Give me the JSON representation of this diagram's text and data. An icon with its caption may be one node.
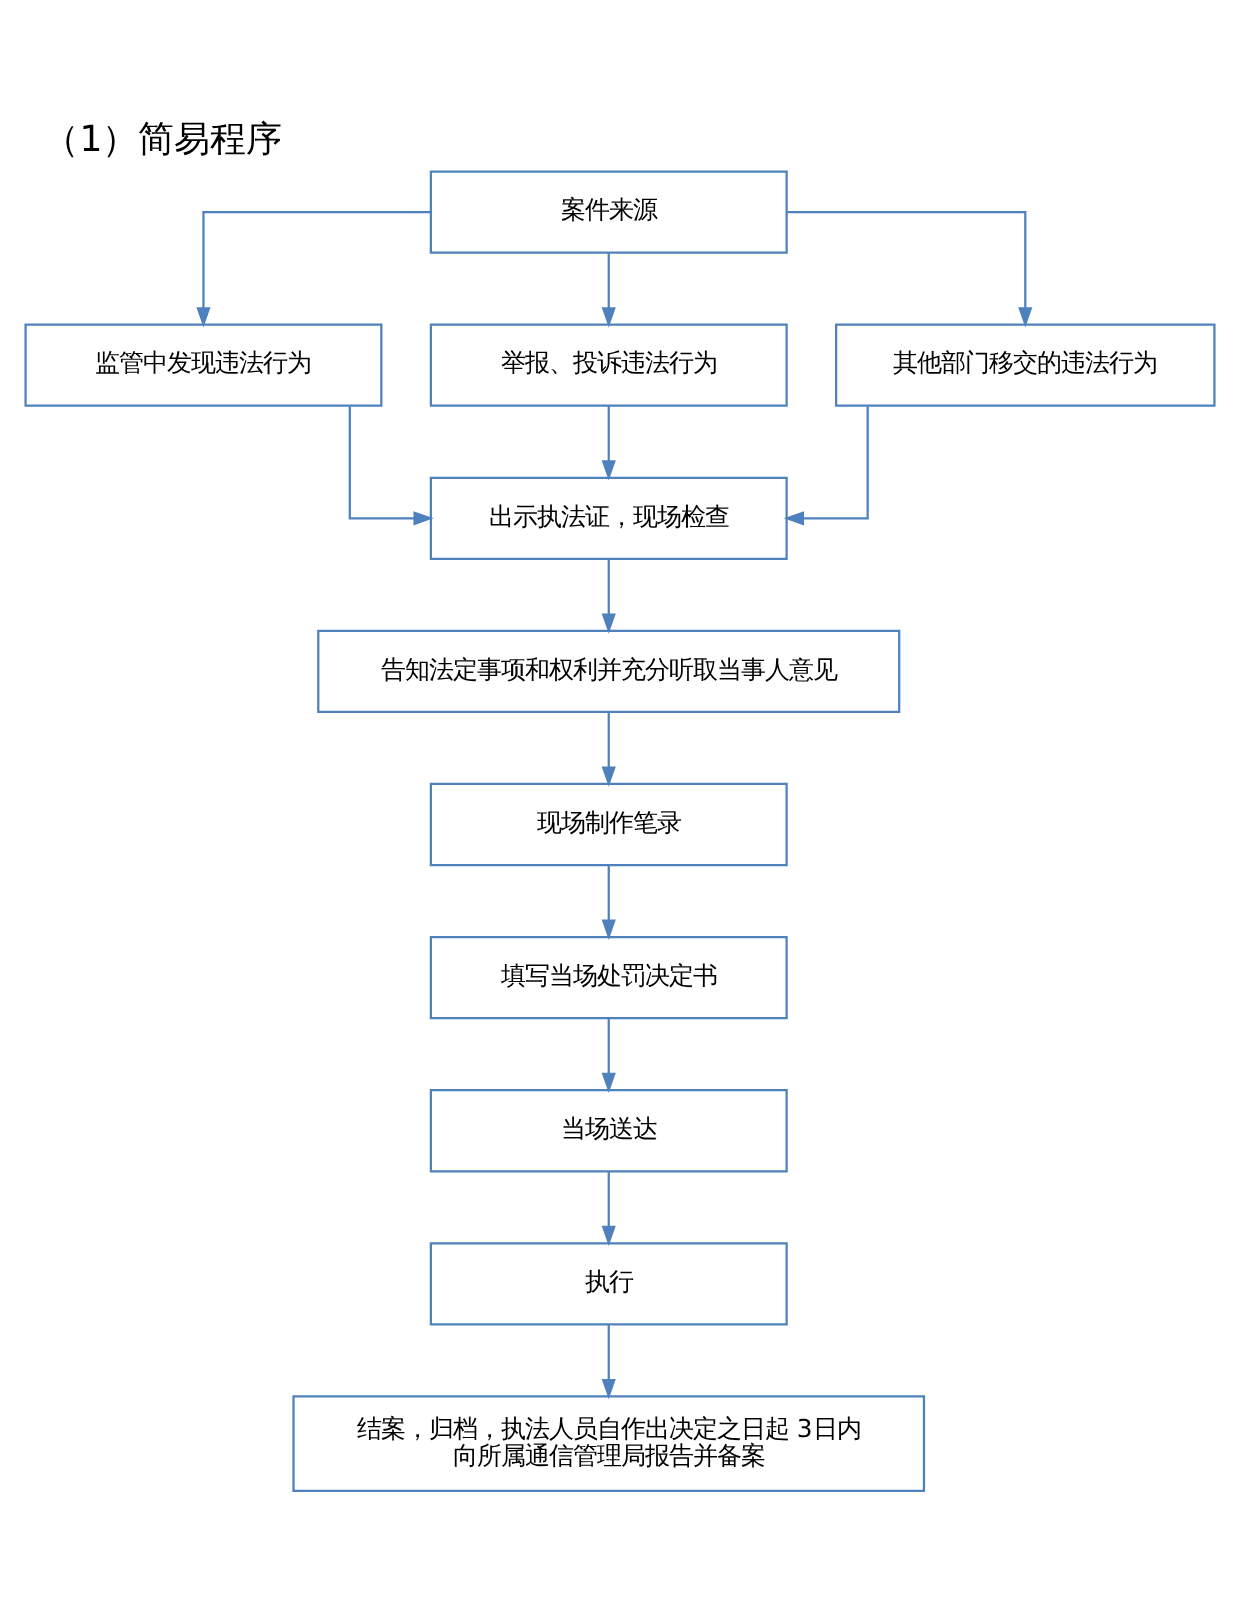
{
  "diagram": {
    "title": "（1）简易程序",
    "nodes": [
      {
        "text": [
          "案件来源"
        ]
      },
      {
        "text": [
          "监管中发现违法行为"
        ]
      },
      {
        "text": [
          "举报、投诉违法行为"
        ]
      },
      {
        "text": [
          "其他部门移交的违法行为"
        ]
      },
      {
        "text": [
          "出示执法证，现场检查"
        ]
      },
      {
        "text": [
          "告知法定事项和权利并充分听取当事人意见"
        ]
      },
      {
        "text": [
          "现场制作笔录"
        ]
      },
      {
        "text": [
          "填写当场处罚决定书"
        ]
      },
      {
        "text": [
          "当场送达"
        ]
      },
      {
        "text": [
          "执行"
        ]
      },
      {
        "text": [
          "结案，归档，执法人员自作出决定之日起 3日内向所属通信管理局报告并备案"
        ]
      }
    ],
    "edges": [
      {
        "from": 0,
        "to": 1,
        "arrow": "to"
      },
      {
        "from": 0,
        "to": 2,
        "arrow": "to"
      },
      {
        "from": 0,
        "to": 3,
        "arrow": "to"
      },
      {
        "from": 1,
        "to": 4,
        "arrow": "to"
      },
      {
        "from": 2,
        "to": 4,
        "arrow": "to"
      },
      {
        "from": 3,
        "to": 4,
        "arrow": "to"
      },
      {
        "from": 4,
        "to": 5,
        "arrow": "to"
      },
      {
        "from": 5,
        "to": 6,
        "arrow": "to"
      },
      {
        "from": 6,
        "to": 7,
        "arrow": "to"
      },
      {
        "from": 7,
        "to": 8,
        "arrow": "to"
      },
      {
        "from": 8,
        "to": 9,
        "arrow": "to"
      },
      {
        "from": 9,
        "to": 10,
        "arrow": "to"
      }
    ]
  }
}
